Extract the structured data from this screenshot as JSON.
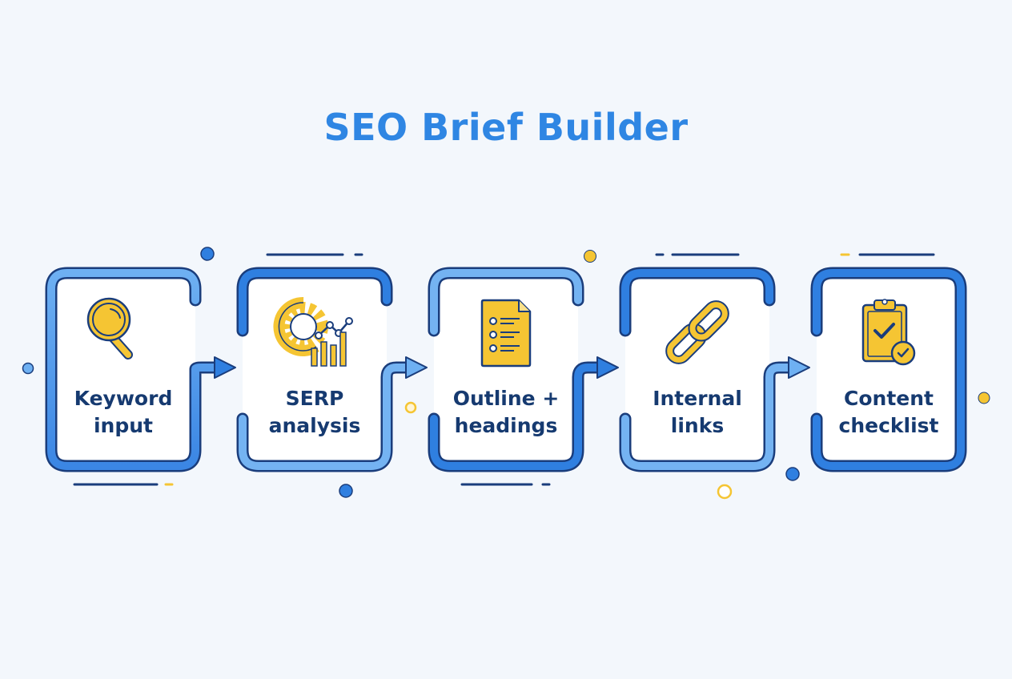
{
  "title": "SEO Brief Builder",
  "colors": {
    "background": "#f3f7fc",
    "title": "#2f86e3",
    "border_outline": "#1a3d7c",
    "border_fill_light": "#6eb0f2",
    "border_fill_dark": "#2f7fe0",
    "icon_fill": "#f5c533",
    "label_text": "#163a70"
  },
  "steps": [
    {
      "line1": "Keyword",
      "line2": "input",
      "icon": "magnifying-glass-icon"
    },
    {
      "line1": "SERP",
      "line2": "analysis",
      "icon": "gear-chart-icon"
    },
    {
      "line1": "Outline +",
      "line2": "headings",
      "icon": "document-list-icon"
    },
    {
      "line1": "Internal",
      "line2": "links",
      "icon": "chain-link-icon"
    },
    {
      "line1": "Content",
      "line2": "checklist",
      "icon": "clipboard-check-icon"
    }
  ]
}
